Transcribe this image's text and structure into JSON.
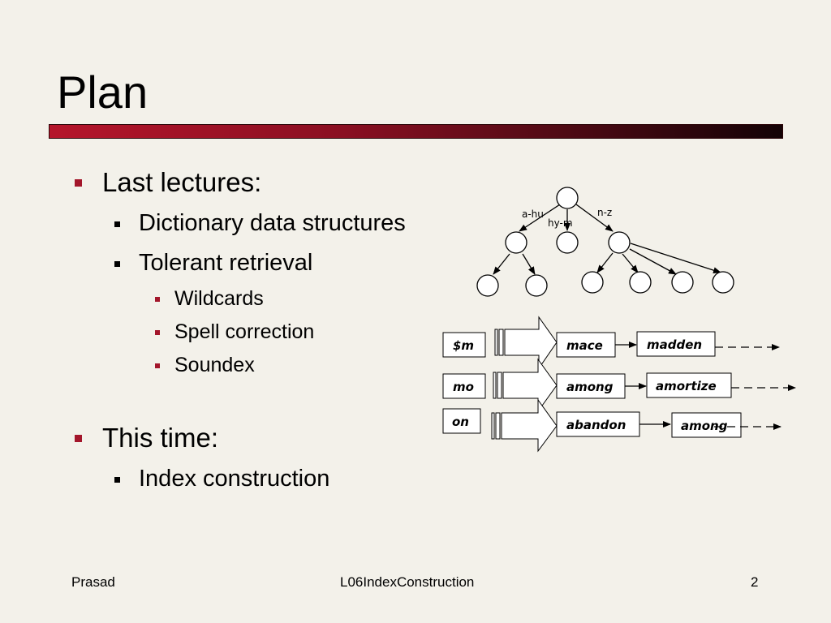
{
  "slide": {
    "title": "Plan",
    "bullets": [
      {
        "text": "Last lectures:"
      },
      {
        "text": "Dictionary data structures"
      },
      {
        "text": "Tolerant retrieval"
      },
      {
        "text": "Wildcards"
      },
      {
        "text": "Spell correction"
      },
      {
        "text": "Soundex"
      },
      {
        "text": "This time:"
      },
      {
        "text": "Index construction"
      }
    ]
  },
  "tree": {
    "edge_labels": [
      "a-hu",
      "hy-m",
      "n-z"
    ]
  },
  "kgram": {
    "rows": [
      {
        "key": "$m",
        "terms": [
          "mace",
          "madden"
        ]
      },
      {
        "key": "mo",
        "terms": [
          "among",
          "amortize"
        ]
      },
      {
        "key": "on",
        "terms": [
          "abandon",
          "among"
        ]
      }
    ]
  },
  "footer": {
    "left": "Prasad",
    "center": "L06IndexConstruction",
    "page": "2"
  },
  "colors": {
    "accent": "#a3162b",
    "background": "#f3f1ea"
  }
}
